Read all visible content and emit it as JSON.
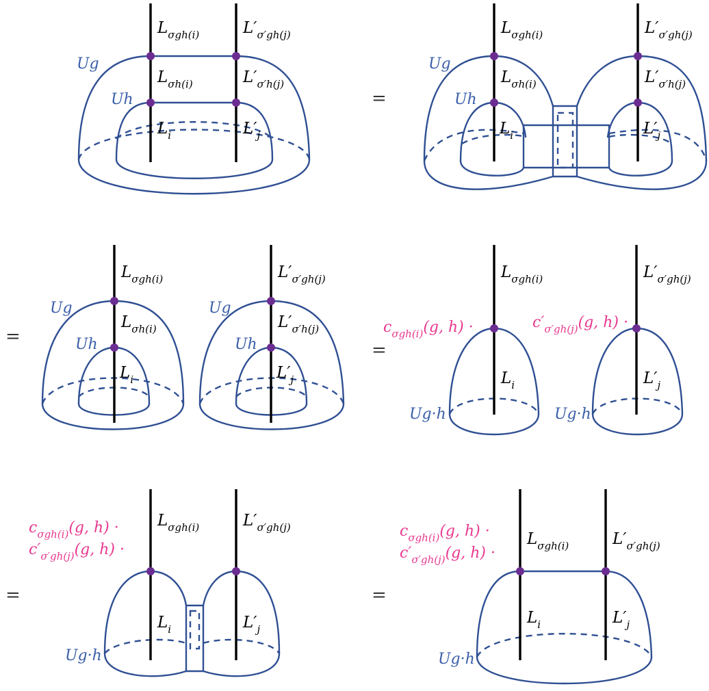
{
  "symbols": {
    "equals": "=",
    "L": "L",
    "Lprime": "L′",
    "c": "c",
    "cprime": "c′",
    "idx_i": "i",
    "idx_j": "j",
    "sub_gh_i": "σgh(i)",
    "sub_h_i": "σh(i)",
    "sub_gh_j": "σ′gh(j)",
    "sub_h_j": "σ′h(j)",
    "Ug": "Ug",
    "Uh": "Uh",
    "Ugh": "Ug·h",
    "coef_args": "(g, h) ·"
  },
  "colors": {
    "surface": "#2f4f93",
    "surface_label": "#3a5ea8",
    "coefficient": "#e8388f",
    "vertex": "#6b2d91",
    "line": "#000000"
  }
}
